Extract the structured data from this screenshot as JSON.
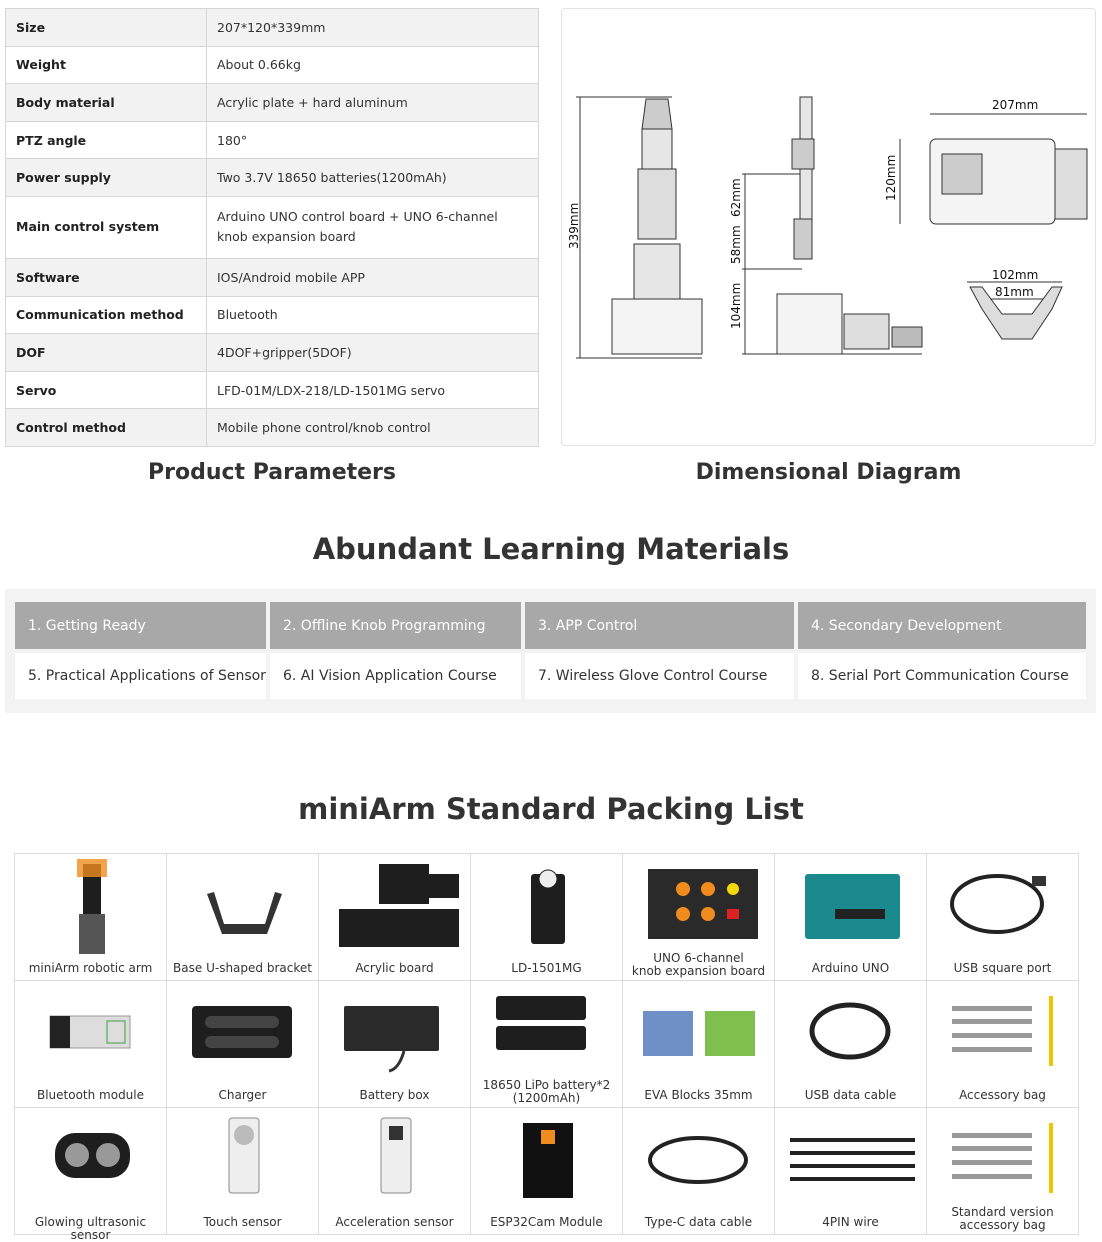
{
  "params": {
    "title": "Product Parameters",
    "rows": [
      {
        "key": "Size",
        "value": "207*120*339mm"
      },
      {
        "key": "Weight",
        "value": "About 0.66kg"
      },
      {
        "key": "Body material",
        "value": "Acrylic plate + hard aluminum"
      },
      {
        "key": "PTZ angle",
        "value": "180°"
      },
      {
        "key": "Power supply",
        "value": "Two 3.7V 18650 batteries(1200mAh)"
      },
      {
        "key": "Main control system",
        "value": "Arduino UNO control board + UNO 6-channel knob expansion board"
      },
      {
        "key": "Software",
        "value": "IOS/Android mobile APP"
      },
      {
        "key": "Communication method",
        "value": "Bluetooth"
      },
      {
        "key": "DOF",
        "value": "4DOF+gripper(5DOF)"
      },
      {
        "key": "Servo",
        "value": "LFD-01M/LDX-218/LD-1501MG servo"
      },
      {
        "key": "Control method",
        "value": "Mobile phone control/knob control"
      }
    ]
  },
  "diagram": {
    "title": "Dimensional Diagram",
    "dims": {
      "height": "339mm",
      "upper": "62mm",
      "mid": "58mm",
      "lower": "104mm",
      "width": "207mm",
      "depth": "120mm",
      "grip_open": "102mm",
      "grip_inner": "81mm"
    }
  },
  "learning": {
    "title": "Abundant Learning Materials",
    "items": [
      "1. Getting Ready",
      "2. Offline Knob Programming",
      "3. APP Control",
      "4. Secondary Development",
      "5. Practical Applications of Sensor",
      "6. AI Vision Application Course",
      "7. Wireless Glove Control Course",
      "8. Serial Port Communication Course"
    ]
  },
  "packing": {
    "title": "miniArm Standard Packing List",
    "items": [
      {
        "label": "miniArm robotic arm",
        "icon": "robot-arm-icon"
      },
      {
        "label": "Base U-shaped bracket",
        "icon": "bracket-icon"
      },
      {
        "label": "Acrylic board",
        "icon": "acrylic-board-icon"
      },
      {
        "label": "LD-1501MG",
        "icon": "servo-icon"
      },
      {
        "label": "UNO 6-channel\nknob expansion board",
        "icon": "knob-board-icon"
      },
      {
        "label": "Arduino UNO",
        "icon": "arduino-icon"
      },
      {
        "label": "USB square port",
        "icon": "usb-cable-icon"
      },
      {
        "label": "Bluetooth module",
        "icon": "bluetooth-module-icon"
      },
      {
        "label": "Charger",
        "icon": "charger-icon"
      },
      {
        "label": "Battery box",
        "icon": "battery-box-icon"
      },
      {
        "label": "18650 LiPo battery*2\n(1200mAh)",
        "icon": "battery-icon"
      },
      {
        "label": "EVA Blocks 35mm",
        "icon": "eva-blocks-icon"
      },
      {
        "label": "USB data cable",
        "icon": "usb-data-cable-icon"
      },
      {
        "label": "Accessory bag",
        "icon": "accessory-bag-icon"
      },
      {
        "label": "Glowing ultrasonic sensor",
        "icon": "ultrasonic-sensor-icon"
      },
      {
        "label": "Touch sensor",
        "icon": "touch-sensor-icon"
      },
      {
        "label": "Acceleration sensor",
        "icon": "acceleration-sensor-icon"
      },
      {
        "label": "ESP32Cam Module",
        "icon": "esp32cam-icon"
      },
      {
        "label": "Type-C data cable",
        "icon": "typec-cable-icon"
      },
      {
        "label": "4PIN wire",
        "icon": "wire-icon"
      },
      {
        "label": "Standard version\naccessory bag",
        "icon": "accessory-bag-icon"
      }
    ]
  },
  "colors": {
    "header_gray": "#a8a8a8",
    "panel_bg": "#f3f3f3",
    "orange": "#f08c1e",
    "teal": "#1a8a8f"
  }
}
